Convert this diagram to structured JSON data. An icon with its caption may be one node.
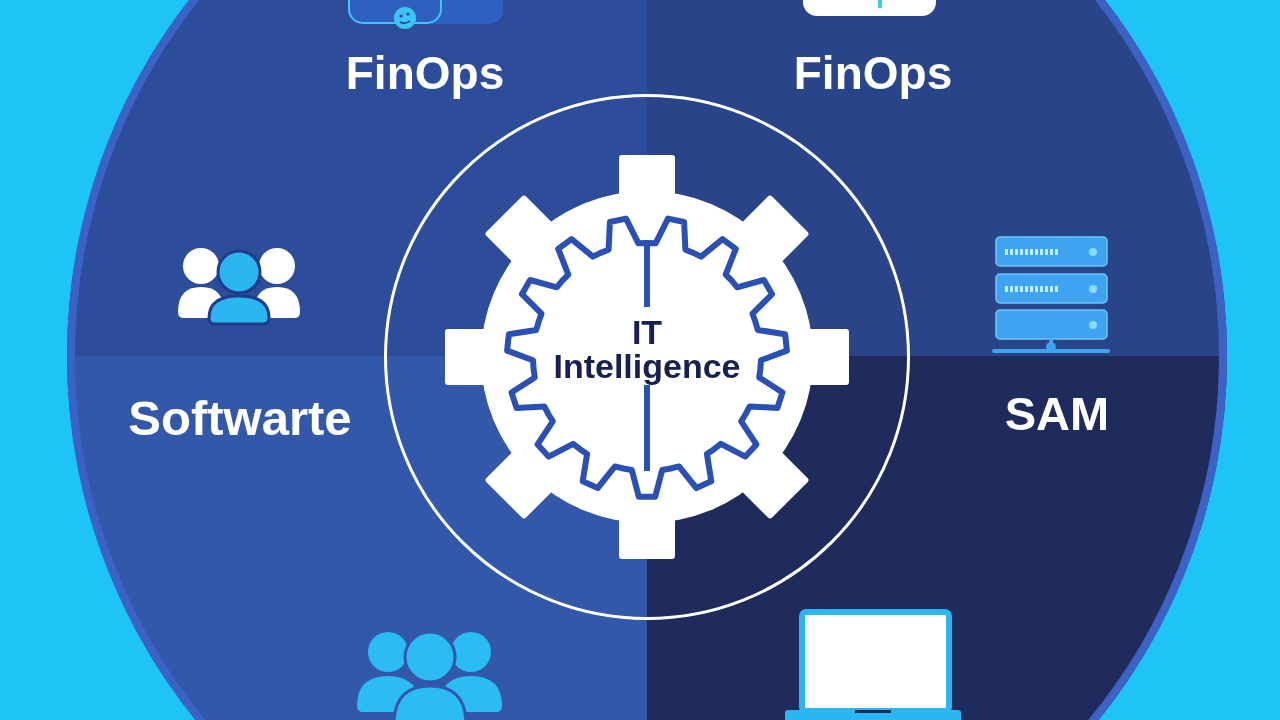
{
  "diagram": {
    "nodes": [
      {
        "text": [
          "FinOps"
        ]
      },
      {
        "text": [
          "FinOps"
        ]
      },
      {
        "text": [
          "Softwarte"
        ]
      },
      {
        "text": [
          "IT Intelligence"
        ]
      },
      {
        "text": [
          "SAM"
        ]
      }
    ]
  }
}
